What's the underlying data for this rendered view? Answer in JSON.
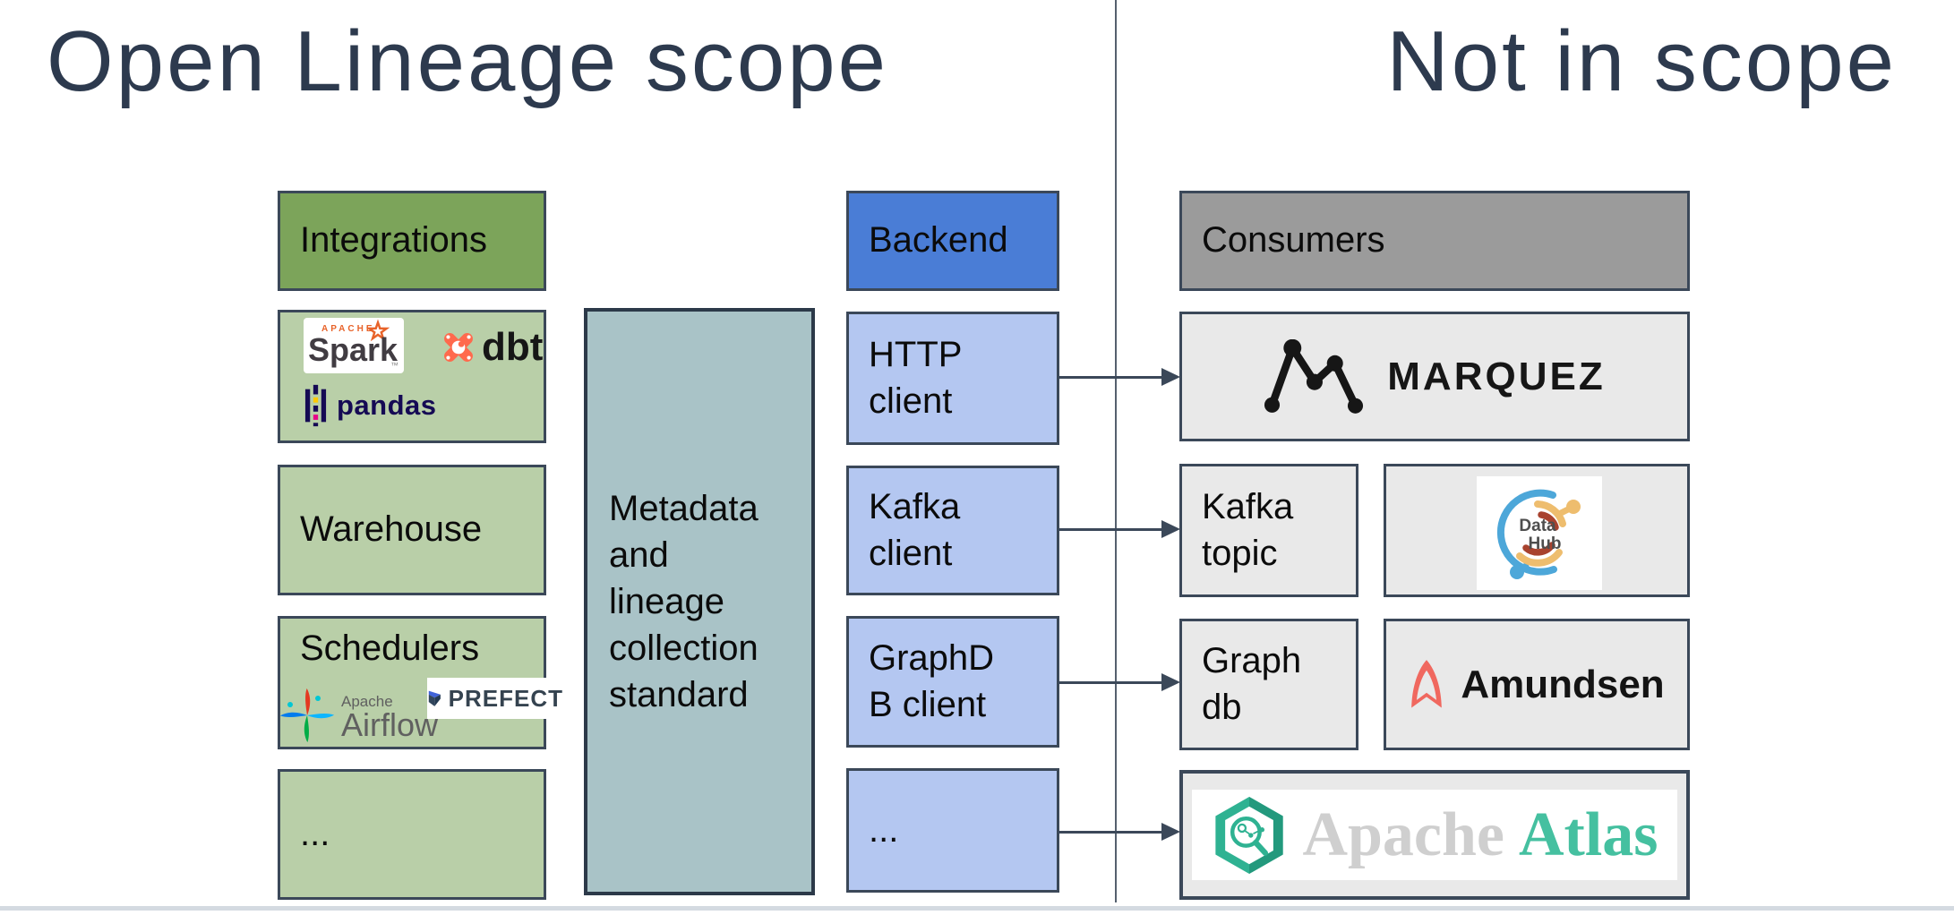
{
  "slide": {
    "title_left": "Open Lineage scope",
    "title_right": "Not in scope"
  },
  "scope_columns": {
    "integrations": {
      "header": "Integrations",
      "warehouse": "Warehouse",
      "schedulers": "Schedulers",
      "ellipsis": "..."
    },
    "standard": {
      "label": "Metadata\nand\nlineage\ncollection\nstandard"
    },
    "backend": {
      "header": "Backend",
      "http_client": "HTTP\nclient",
      "kafka_client": "Kafka\nclient",
      "graphdb_client": "GraphD\nB client",
      "ellipsis": "..."
    }
  },
  "not_in_scope": {
    "consumers_header": "Consumers",
    "kafka_topic": "Kafka\ntopic",
    "graph_db": "Graph\ndb"
  },
  "logos": {
    "spark": {
      "apache": "APACHE",
      "name": "Spark",
      "tm": "™"
    },
    "dbt": {
      "name": "dbt"
    },
    "pandas": {
      "name": "pandas"
    },
    "airflow": {
      "apache": "Apache",
      "name": "Airflow"
    },
    "prefect": {
      "name": "PREFECT"
    },
    "marquez": {
      "name": "MARQUEZ"
    },
    "datahub": {
      "line1": "Data",
      "line2": "Hub"
    },
    "amundsen": {
      "name": "Amundsen"
    },
    "atlas": {
      "apache": "Apache",
      "name": "Atlas"
    }
  },
  "colors": {
    "title": "#2d3a4e",
    "border": "#3b4859",
    "green_header": "#7ca45a",
    "green_light": "#b9cfa8",
    "teal_standard": "#a9c3c7",
    "blue_header": "#4a7dd6",
    "blue_light": "#b4c7f1",
    "gray_header": "#9b9b9b",
    "gray_light": "#e9e9e9",
    "arrow": "#3b4859",
    "spark_orange": "#e8632a",
    "dbt_orange": "#ff6a4d",
    "pandas_navy": "#150a54",
    "amundsen_coral": "#f0685f",
    "atlas_teal": "#2fb292"
  }
}
